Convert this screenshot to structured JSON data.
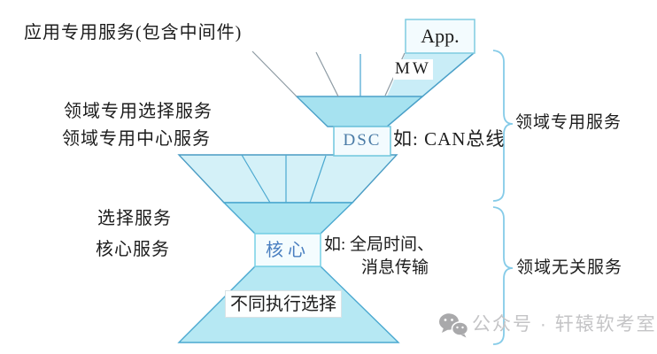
{
  "diagram": {
    "labels": {
      "app_services": "应用专用服务(包含中间件)",
      "domain_select": "领域专用选择服务",
      "domain_central": "领域专用中心服务",
      "select_services": "选择服务",
      "core_services": "核心服务",
      "app_box": "App.",
      "mw": "MW",
      "dsc_box": "DSC",
      "can_example": "如: CAN总线",
      "domain_specific": "领域专用服务",
      "core_box": "核心",
      "core_example_line1": "如: 全局时间、",
      "core_example_line2": "消息传输",
      "domain_independent": "领域无关服务",
      "execution_choice": "不同执行选择"
    },
    "colors": {
      "outline_blue": "#4aa0c8",
      "funnel_fill": "#a6e2f0",
      "band_fill_light": "#d4f1f8",
      "band_fill_mid": "#abe5f1",
      "bottom_fill": "#b6e8f3",
      "box_fill": "#f3fbfe",
      "brace_blue": "#85cbe8",
      "dsc_text": "#4a7ba6",
      "core_text": "#4a7fc0",
      "watermark_gray": "#c4c4c6"
    },
    "watermark": {
      "icon": "wechat-icon",
      "text": "公众号 · 轩辕软考室"
    }
  }
}
